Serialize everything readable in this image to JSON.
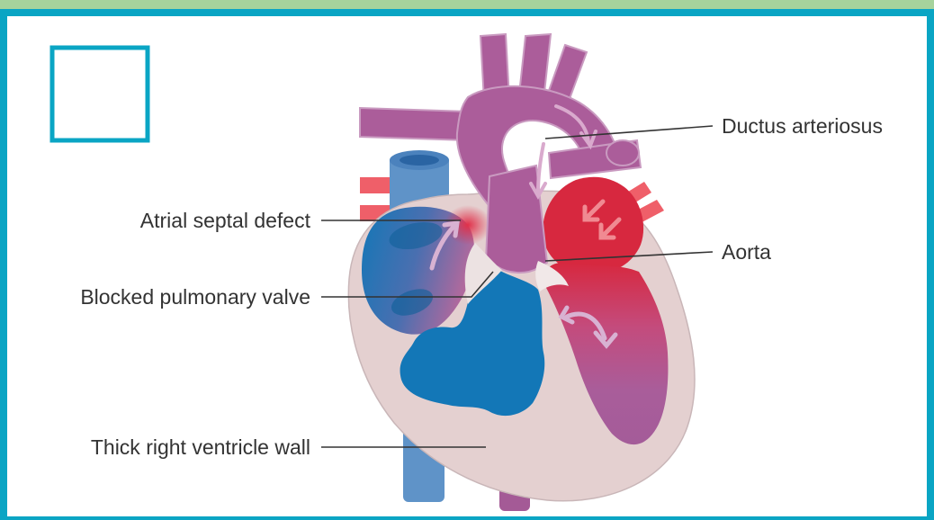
{
  "labels": {
    "ductus_arteriosus": "Ductus arteriosus",
    "atrial_septal_defect": "Atrial septal defect",
    "aorta": "Aorta",
    "blocked_pulmonary_valve": "Blocked pulmonary valve",
    "thick_right_ventricle_wall": "Thick right ventricle wall"
  },
  "colors": {
    "top_bar": "#a6d39c",
    "frame_border": "#0aa5c4",
    "heart_wall": "#e4d0d0",
    "deoxygenated_blue": "#1377b7",
    "vessel_blue": "#5f93c8",
    "oxygenated_red": "#d7283f",
    "artery_red": "#ef5f69",
    "mixed_purple": "#ab5d9a",
    "leader_line": "#333333"
  }
}
